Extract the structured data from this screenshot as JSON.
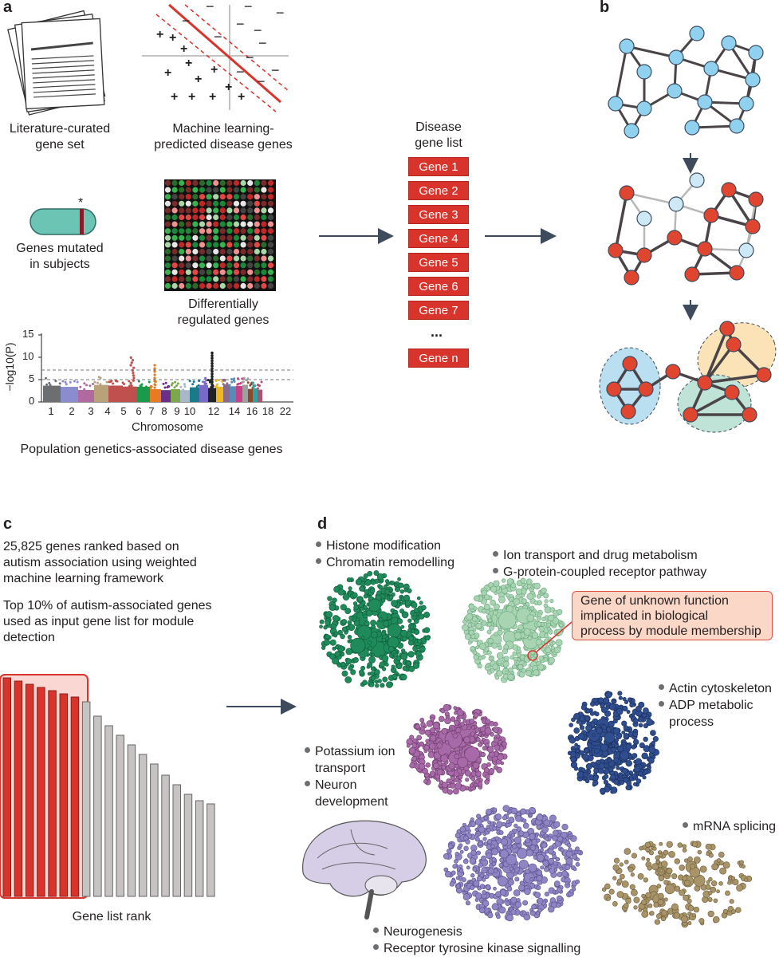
{
  "panels": {
    "a": "a",
    "b": "b",
    "c": "c",
    "d": "d"
  },
  "panel_a": {
    "literature_caption": [
      "Literature-curated",
      "gene set"
    ],
    "ml_caption": [
      "Machine learning-",
      "predicted disease genes"
    ],
    "mutated_caption": [
      "Genes mutated",
      "in subjects"
    ],
    "diffreg_caption": [
      "Differentially",
      "regulated genes"
    ],
    "popgen_caption": "Population genetics-associated disease genes",
    "asterisk": "*",
    "manhattan": {
      "y_label": "−log10(P)",
      "y_ticks": [
        "15",
        "10",
        "5",
        "0"
      ],
      "x_ticks": [
        "1",
        "2",
        "3",
        "4",
        "5",
        "6",
        "7",
        "8",
        "9",
        "10",
        "12",
        "14",
        "16",
        "18",
        "22"
      ],
      "x_label": "Chromosome"
    },
    "disease_list_title": [
      "Disease",
      "gene list"
    ],
    "genes": [
      "Gene 1",
      "Gene 2",
      "Gene 3",
      "Gene 4",
      "Gene 5",
      "Gene 6",
      "Gene 7"
    ],
    "ellipsis": "...",
    "gene_n": "Gene n",
    "minus_sign": "−",
    "plus_sign": "+"
  },
  "panel_c": {
    "text1": [
      "25,825 genes ranked based on",
      "autism association using weighted",
      "machine learning framework"
    ],
    "text2": [
      "Top 10% of autism-associated genes",
      "used as input gene list for module",
      "detection"
    ],
    "rank_label": "Gene list rank"
  },
  "panel_d": {
    "labels": {
      "histone": [
        "Histone modification",
        "Chromatin remodelling"
      ],
      "ion": [
        "Ion transport and drug metabolism",
        "G-protein-coupled receptor pathway"
      ],
      "callout": [
        "Gene of unknown function",
        "implicated in biological",
        "process by module membership"
      ],
      "actin": [
        "Actin cytoskeleton",
        "ADP metabolic",
        "process"
      ],
      "potassium": [
        "Potassium ion",
        "transport",
        "Neuron",
        "development"
      ],
      "mrna": [
        "mRNA splicing"
      ],
      "neuro": [
        "Neurogenesis",
        "Receptor tyrosine kinase signalling"
      ]
    }
  },
  "colors": {
    "gene_red": "#d9342b",
    "node_blue": "#8fd1ee",
    "node_red": "#e0452f",
    "module_green": "#1f8a5a",
    "module_lightgreen": "#a8d4b4",
    "module_blue": "#2f4d8f",
    "module_purple": "#a869a8",
    "module_lavender": "#8f84c4",
    "module_tan": "#a89468",
    "arrow": "#3d4b5c"
  }
}
